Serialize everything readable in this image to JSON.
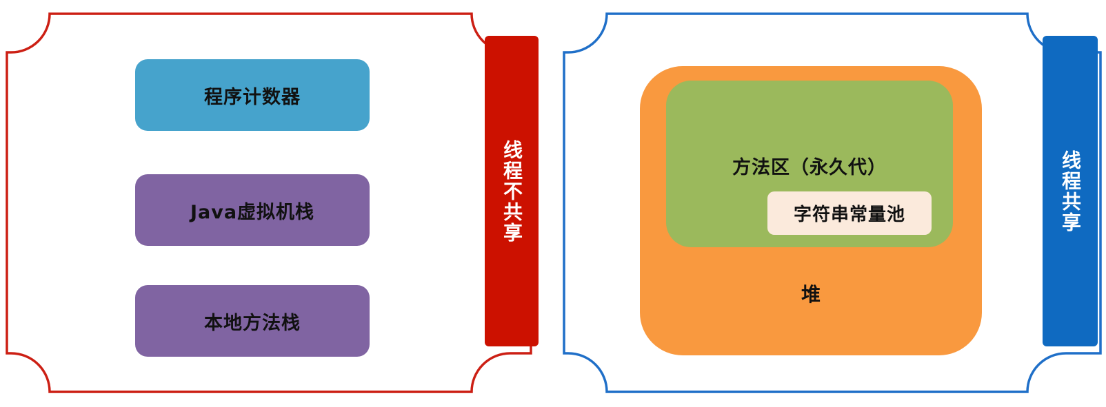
{
  "left_panel": {
    "border_color": "#cc1f14",
    "blocks": [
      {
        "label": "程序计数器",
        "color": "#46a3cc"
      },
      {
        "label": "Java虚拟机栈",
        "color": "#8064a2"
      },
      {
        "label": "本地方法栈",
        "color": "#8064a2"
      }
    ],
    "side_bar": {
      "label": "线程不共享",
      "color": "#cc1100"
    }
  },
  "right_panel": {
    "border_color": "#1f6fc8",
    "heap": {
      "label": "堆",
      "color": "#f9993f"
    },
    "method_area": {
      "label": "方法区（永久代）",
      "color": "#9bb95c"
    },
    "string_pool": {
      "label": "字符串常量池",
      "color": "#fbeadc"
    },
    "side_bar": {
      "label": "线程共享",
      "color": "#0f6ac1"
    }
  }
}
